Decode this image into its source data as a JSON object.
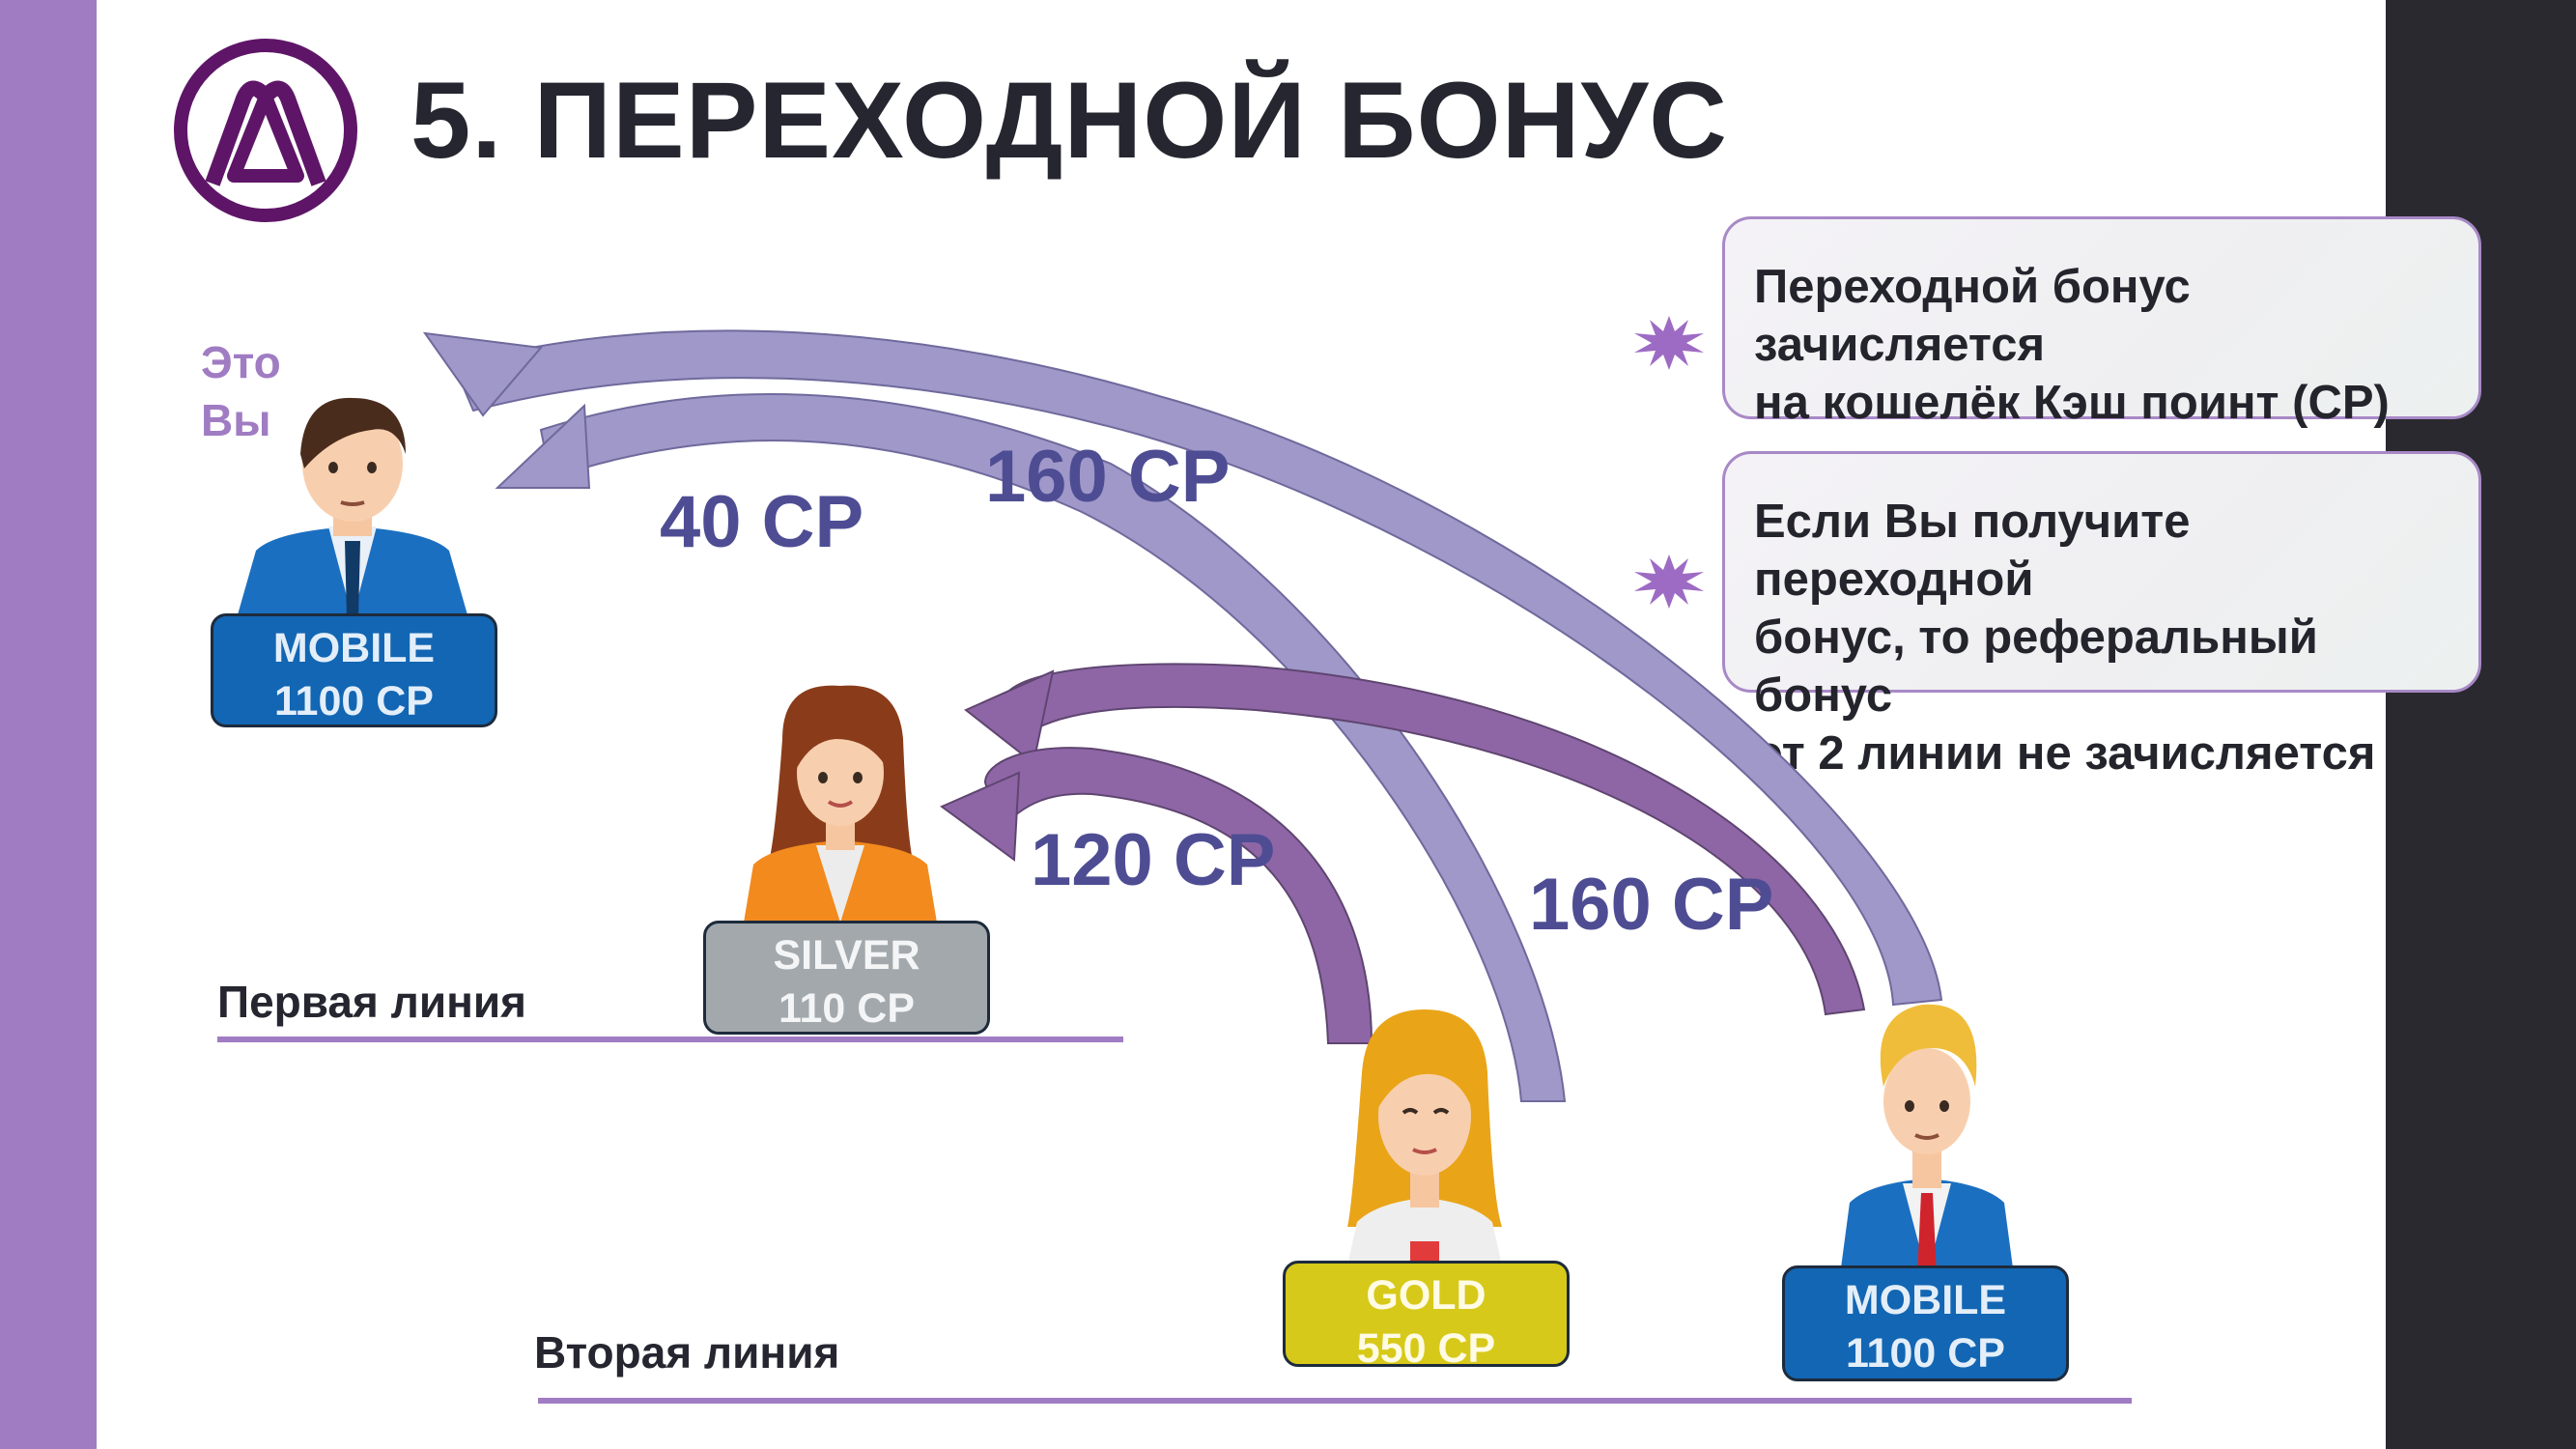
{
  "header": {
    "title": "5. ПЕРЕХОДНОЙ БОНУС",
    "logo": "brand-logo"
  },
  "notes": [
    {
      "text": "Переходной бонус зачисляется\nна кошелёк Кэш поинт (СР)",
      "icon": "burst-star-icon"
    },
    {
      "text": "Если Вы получите переходной\nбонус, то реферальный бонус\nот 2 линии не зачисляется",
      "icon": "burst-star-icon"
    }
  ],
  "you_label": "Это\nВы",
  "participants": [
    {
      "status": "MOBILE",
      "points": "1100 CP"
    },
    {
      "status": "SILVER",
      "points": "110 CP"
    },
    {
      "status": "GOLD",
      "points": "550 CP"
    },
    {
      "status": "MOBILE",
      "points": "1100 CP"
    }
  ],
  "lines": {
    "first": "Первая линия",
    "second": "Вторая линия"
  },
  "transfers": [
    {
      "amount": "160 CP"
    },
    {
      "amount": "40 CP"
    },
    {
      "amount": "120 CP"
    },
    {
      "amount": "160 CP"
    }
  ],
  "colors": {
    "accent": "#a07cc3",
    "arrow_lavender": "#9f98c9",
    "arrow_purple": "#8e66a6",
    "amount_text": "#4e4d93"
  }
}
